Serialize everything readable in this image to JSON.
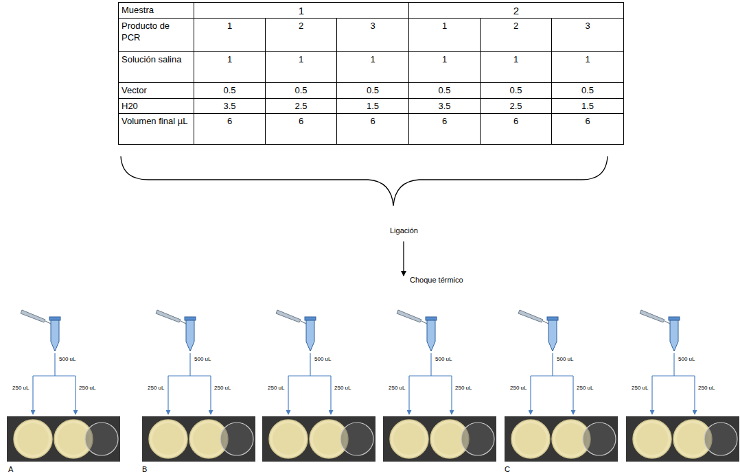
{
  "diagram": {
    "labels": [
      "Muestra",
      "1",
      "2",
      "Producto de PCR",
      "1",
      "2",
      "3",
      "1",
      "2",
      "3",
      "Solución salina",
      "1",
      "1",
      "1",
      "1",
      "1",
      "1",
      "Vector",
      "0.5",
      "0.5",
      "0.5",
      "0.5",
      "0.5",
      "0.5",
      "H20",
      "3.5",
      "2.5",
      "1.5",
      "3.5",
      "2.5",
      "1.5",
      "Volumen final µL",
      "6",
      "6",
      "6",
      "6",
      "6",
      "6",
      "Ligación",
      "Choque térmico",
      "500 uL",
      "250 uL",
      "250 uL",
      "500 uL",
      "250 uL",
      "250 uL",
      "500 uL",
      "250 uL",
      "250 uL",
      "500 uL",
      "250 uL",
      "250 uL",
      "500 uL",
      "250 uL",
      "250 uL",
      "500 uL",
      "250 uL",
      "250 uL",
      "A",
      "B",
      "C"
    ]
  }
}
